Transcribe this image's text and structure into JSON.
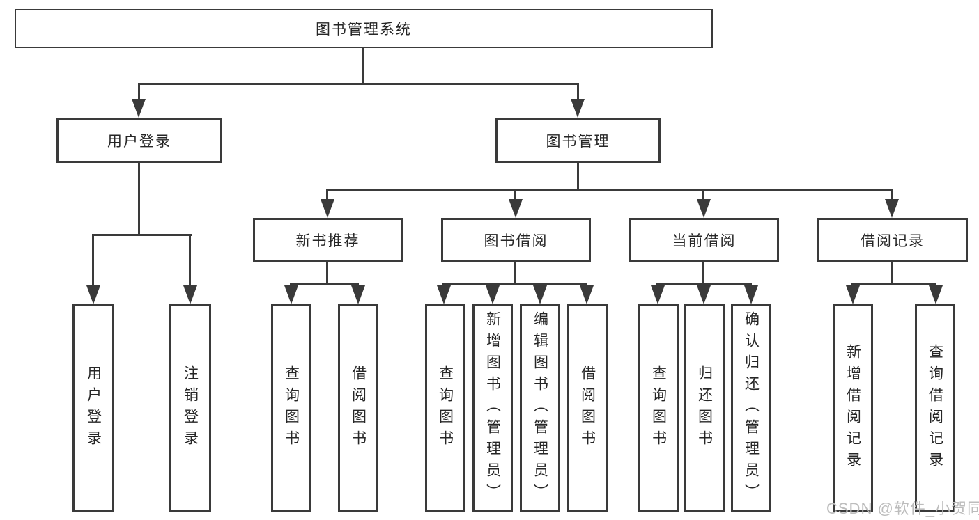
{
  "diagram": {
    "title": "图书管理系统",
    "level2": {
      "user_login": "用户登录",
      "book_mgmt": "图书管理"
    },
    "level3": {
      "new_books": "新书推荐",
      "borrowing": "图书借阅",
      "current": "当前借阅",
      "records": "借阅记录"
    },
    "leaves": {
      "login": "用户登录",
      "logout": "注销登录",
      "nb_query": "查询图书",
      "nb_borrow": "借阅图书",
      "bw_query": "查询图书",
      "bw_add": "新增图书（管理员）",
      "bw_edit": "编辑图书（管理员）",
      "bw_borrow": "借阅图书",
      "cu_query": "查询图书",
      "cu_return": "归还图书",
      "cu_confirm": "确认归还（管理员）",
      "rec_add": "新增借阅记录",
      "rec_query": "查询借阅记录"
    }
  },
  "watermark": {
    "text": "CSDN @软件_小贺同学"
  },
  "colors": {
    "line": "#3a3a3a",
    "text": "#262626",
    "watermark": "#bdbdbd",
    "background": "#ffffff"
  }
}
